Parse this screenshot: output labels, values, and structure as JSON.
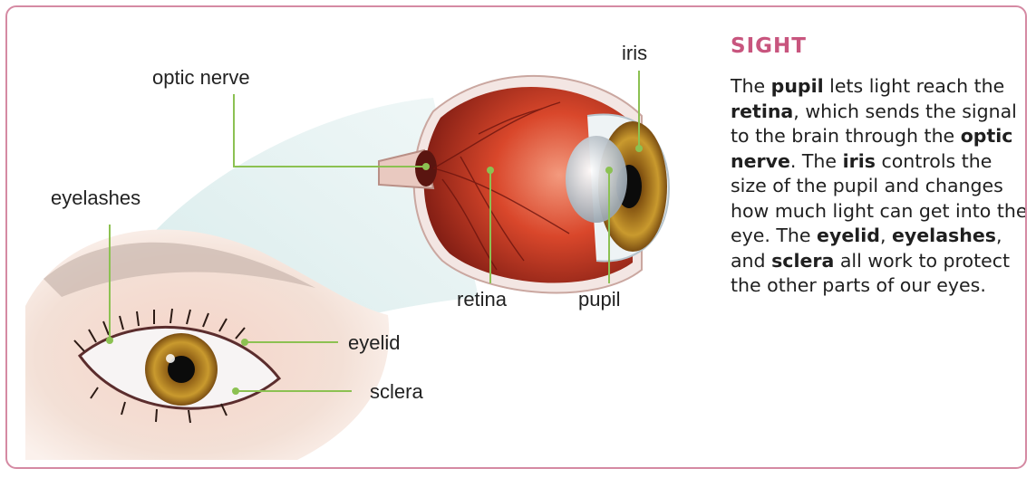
{
  "labels": {
    "optic_nerve": "optic nerve",
    "iris": "iris",
    "eyelashes": "eyelashes",
    "retina": "retina",
    "pupil": "pupil",
    "eyelid": "eyelid",
    "sclera": "sclera"
  },
  "panel": {
    "title": "SIGHT",
    "paragraph": [
      {
        "text": "The ",
        "bold": false
      },
      {
        "text": "pupil",
        "bold": true
      },
      {
        "text": " lets light reach the ",
        "bold": false
      },
      {
        "text": "retina",
        "bold": true
      },
      {
        "text": ", which sends the signal to the brain through the ",
        "bold": false
      },
      {
        "text": "optic nerve",
        "bold": true
      },
      {
        "text": ". The ",
        "bold": false
      },
      {
        "text": "iris",
        "bold": true
      },
      {
        "text": " controls the size of the pupil and changes how much light can get into the eye. The ",
        "bold": false
      },
      {
        "text": "eyelid",
        "bold": true
      },
      {
        "text": ", ",
        "bold": false
      },
      {
        "text": "eyelashes",
        "bold": true
      },
      {
        "text": ", and ",
        "bold": false
      },
      {
        "text": "sclera",
        "bold": true
      },
      {
        "text": " all work to protect the other parts of our eyes.",
        "bold": false
      }
    ]
  },
  "colors": {
    "border": "#d58aa3",
    "title": "#c8557e",
    "leader_line": "#8cc152"
  }
}
